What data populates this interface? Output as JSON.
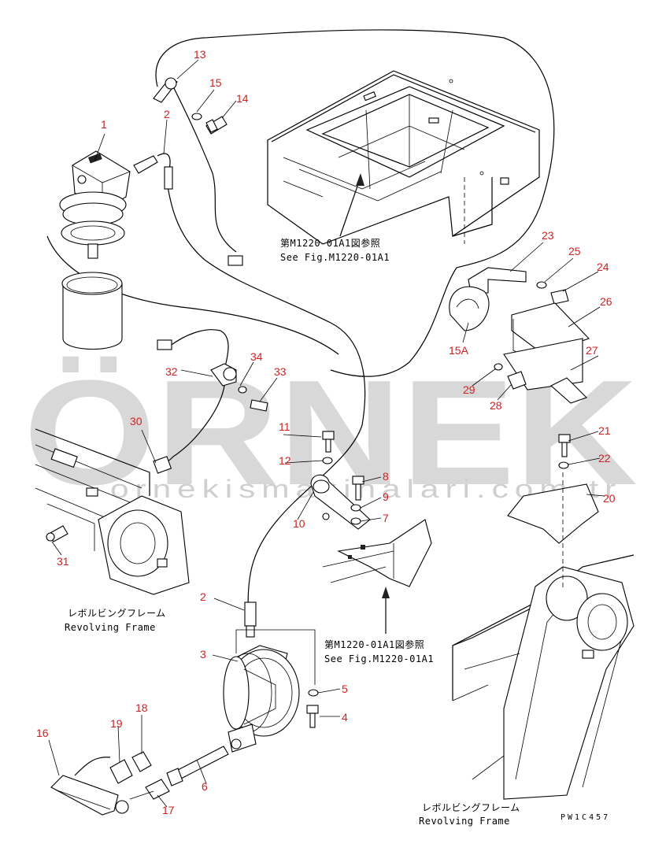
{
  "watermark": {
    "brand": "ÖRNEK",
    "url": "ornekismakinalari.com.tr"
  },
  "references": {
    "top": {
      "jp": "第M1220-01A1図参照",
      "en": "See Fig.M1220-01A1"
    },
    "middle": {
      "jp": "第M1220-01A1図参照",
      "en": "See Fig.M1220-01A1"
    }
  },
  "frame_labels": {
    "left": {
      "jp": "レボルビングフレーム",
      "en": "Revolving Frame"
    },
    "right": {
      "jp": "レボルビングフレーム",
      "en": "Revolving Frame"
    }
  },
  "drawing_code": "PW1C457",
  "part_labels": {
    "p1": "1",
    "p2a": "2",
    "p2b": "2",
    "p3": "3",
    "p4": "4",
    "p5": "5",
    "p6": "6",
    "p7": "7",
    "p8": "8",
    "p9": "9",
    "p10": "10",
    "p11": "11",
    "p12": "12",
    "p13": "13",
    "p14": "14",
    "p15": "15",
    "p15a": "15A",
    "p16": "16",
    "p17": "17",
    "p18": "18",
    "p19": "19",
    "p20": "20",
    "p21": "21",
    "p22": "22",
    "p23": "23",
    "p24": "24",
    "p25": "25",
    "p26": "26",
    "p27": "27",
    "p28": "28",
    "p29": "29",
    "p30": "30",
    "p31": "31",
    "p32": "32",
    "p33": "33",
    "p34": "34"
  },
  "colors": {
    "label": "#d02020",
    "line": "#000000",
    "watermark": "#d8d8d8",
    "watermark_accent": "#f0d978"
  }
}
